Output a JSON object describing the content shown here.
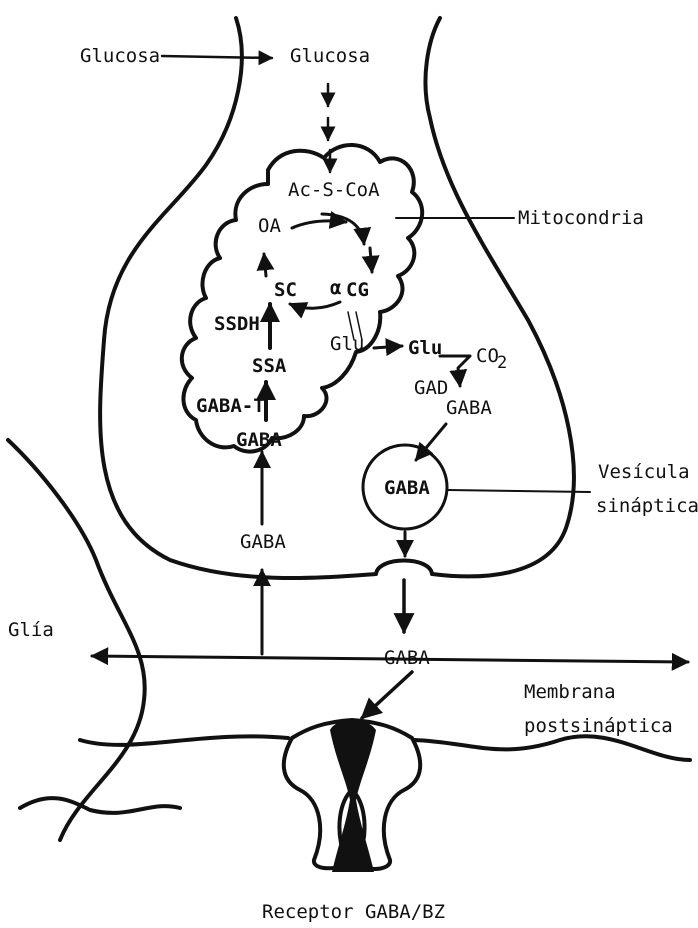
{
  "labels": {
    "glucose_outside": "Glucosa",
    "glucose_inside": "Glucosa",
    "acetyl_coa": "Ac-S-CoA",
    "mitochondria": "Mitocondria",
    "oa": "OA",
    "sc": "SC",
    "acg_alpha": "α",
    "acg": "CG",
    "ssdh": "SSDH",
    "ssa": "SSA",
    "gaba_t": "GABA-T",
    "gaba_mito": "GABA",
    "glu_mito": "Glu",
    "glu_cyto": "Glu",
    "co2": "CO",
    "co2_sub": "2",
    "gad": "GAD",
    "gaba_cyto": "GABA",
    "gaba_vesicle": "GABA",
    "vesicle_line1": "Vesícula",
    "vesicle_line2": "sináptica",
    "gaba_uptake": "GABA",
    "glia": "Glía",
    "gaba_cleft": "GABA",
    "postsynaptic_line1": "Membrana",
    "postsynaptic_line2": "postsináptica",
    "receptor": "Receptor GABA/BZ"
  },
  "colors": {
    "ink": "#111111",
    "paper": "#ffffff"
  }
}
